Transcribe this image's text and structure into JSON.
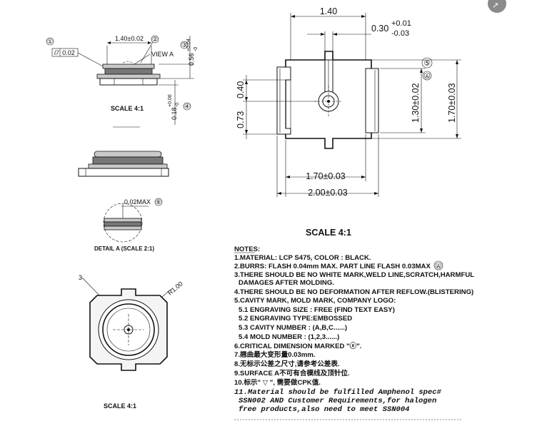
{
  "side_view": {
    "callouts": [
      "①",
      "②",
      "③",
      "④"
    ],
    "flatness": "0.02",
    "width_dim": "1.40±0.02",
    "view_label": "VIEW A",
    "height_dim": "0.56",
    "height_tol_upper": "+0.04",
    "height_tol_lower": "-0",
    "base_dim": "0.18",
    "base_tol_upper": "+0.06",
    "base_tol_lower": "-0",
    "scale": "SCALE 4:1"
  },
  "profile_view": {},
  "detail_a": {
    "callout": "⑥",
    "max_dim": "0.02MAX",
    "label": "DETAIL A (SCALE 2:1)"
  },
  "top_view_small": {
    "part_callout": "3",
    "radius": "R1.00",
    "scale": "SCALE 4:1"
  },
  "main_view": {
    "top_width": "1.40",
    "slot_dim": "0.30",
    "slot_tol_upper": "+0.01",
    "slot_tol_lower": "-0.03",
    "critical_callout": "⑤",
    "critical_sub": "A",
    "left_upper": "0.40",
    "left_lower": "0.73",
    "inner_height": "1.30±0.02",
    "outer_height": "1.70±0.03",
    "inner_width": "1.70±0.03",
    "outer_width": "2.00±0.03",
    "scale": "SCALE 4:1"
  },
  "notes": {
    "title": "NOTES:",
    "lines": [
      "1.MATERIAL: LCP S475, COLOR : BLACK.",
      "2.BURRS: FLASH 0.04mm MAX. PART LINE FLASH 0.03MAX",
      "3.THERE SHOULD BE NO WHITE MARK,WELD LINE,SCRATCH,HARMFUL",
      "DAMAGES AFTER MOLDING.",
      "4.THERE SHOULD BE NO DEFORMATION AFTER REFLOW.(BLISTERING)",
      "5.CAVITY MARK, MOLD MARK, COMPANY LOGO:",
      "5.1 ENGRAVING SIZE : FREE (FIND TEXT EASY)",
      "5.2 ENGRAVING TYPE:EMBOSSED",
      "5.3 CAVITY NUMBER : (A,B,C......)",
      "5.4 MOLD NUMBER : (1,2,3......)",
      "6.CRITICAL DIMENSION MARKED \"ⓧ\".",
      "7.翘曲最大变形量0.03mm.",
      "8.无标示公差之尺寸,请参考公差表.",
      "9.SURFACE A不可有合模线及顶针位.",
      "10.标示\" ▽ \", 需要做CPK值.",
      "11.Material should be fulfilled Amphenol spec#",
      "SSN002 AND Customer Requirements,for halogen",
      "free products,also need to meet SSN004"
    ],
    "note2_marker": "A"
  },
  "corner_icon": "expand-icon"
}
